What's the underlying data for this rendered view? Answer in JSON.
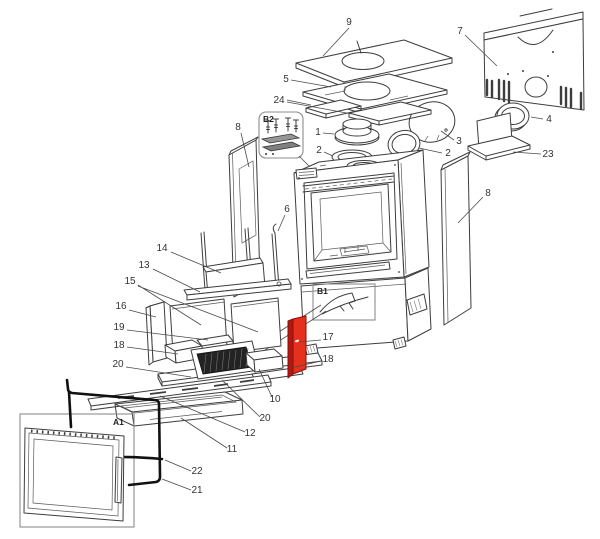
{
  "diagram": {
    "type": "exploded-parts-diagram",
    "colors": {
      "background": "#ffffff",
      "line": "#3d3d3d",
      "label": "#333333",
      "highlight": "#e5301e",
      "highlight_shade": "#b3170f"
    },
    "callouts": {
      "c9": "9",
      "c5": "5",
      "c24": "24",
      "c7": "7",
      "c4": "4",
      "c23": "23",
      "c3": "3",
      "c2r": "2",
      "c1": "1",
      "c2l": "2",
      "c8l": "8",
      "c8r": "8",
      "c6": "6",
      "c14": "14",
      "c13": "13",
      "c15": "15",
      "c16": "16",
      "c19": "19",
      "c18l": "18",
      "c20l": "20",
      "c17": "17",
      "c18r": "18",
      "c10": "10",
      "c20b": "20",
      "c12": "12",
      "c11": "11",
      "c22": "22",
      "c21": "21"
    },
    "boxes": {
      "b2": "B2",
      "b1": "B1",
      "a1": "A1"
    }
  }
}
